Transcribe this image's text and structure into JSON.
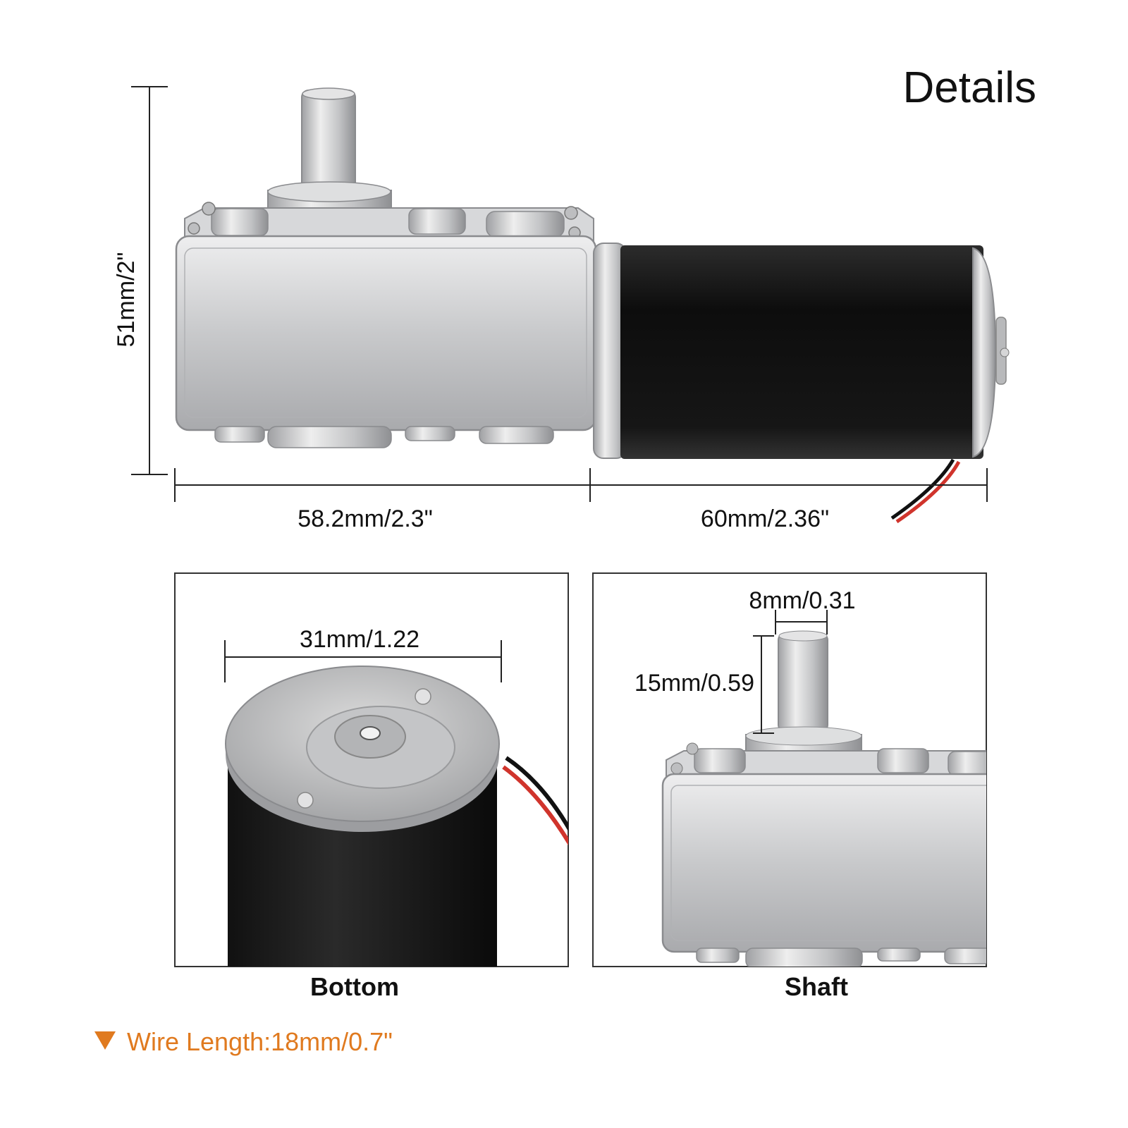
{
  "title": "Details",
  "dimensions": {
    "height": "51mm/2\"",
    "gearbox_length": "58.2mm/2.3\"",
    "motor_length": "60mm/2.36\"",
    "bottom_diameter": "31mm/1.22",
    "shaft_diameter": "8mm/0.31",
    "shaft_length": "15mm/0.59"
  },
  "panels": {
    "bottom_label": "Bottom",
    "shaft_label": "Shaft"
  },
  "wire": {
    "label": "Wire Length:18mm/0.7\""
  },
  "colors": {
    "accent": "#e07a1f",
    "metal": "#c9cacc",
    "motor_body": "#141414"
  },
  "icons": {
    "wire_marker": "triangle-down-icon"
  }
}
